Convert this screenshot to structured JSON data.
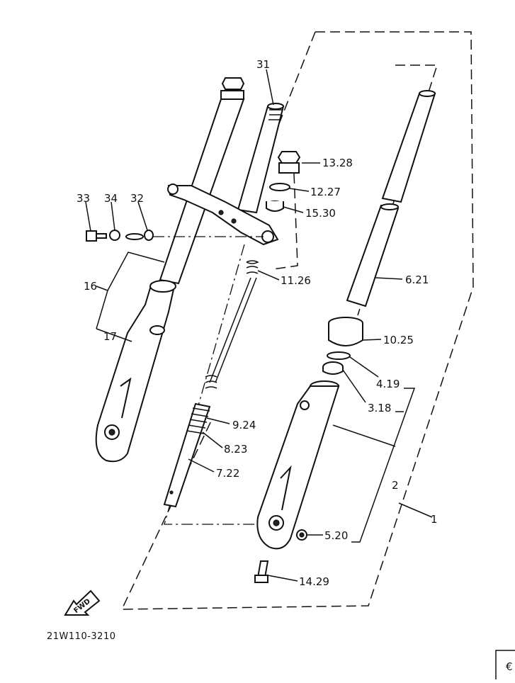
{
  "diagram": {
    "code": "21W110-3210",
    "fwd_label": "FWD",
    "corner_label": "€",
    "callouts": {
      "p31": "31",
      "p13": "13.28",
      "p12": "12.27",
      "p15": "15.30",
      "p33": "33",
      "p34": "34",
      "p32": "32",
      "p11": "11.26",
      "p6": "6.21",
      "p16": "16",
      "p17": "17",
      "p10": "10.25",
      "p4": "4.19",
      "p3": "3.18",
      "p9": "9.24",
      "p8": "8.23",
      "p7": "7.22",
      "p2": "2",
      "p1": "1",
      "p5": "5.20",
      "p14": "14.29"
    }
  }
}
